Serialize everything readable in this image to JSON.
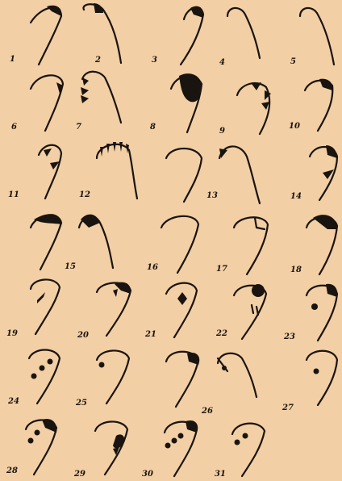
{
  "plate": {
    "figures": [
      {
        "label": "1"
      },
      {
        "label": "2"
      },
      {
        "label": "3"
      },
      {
        "label": "4"
      },
      {
        "label": "5"
      },
      {
        "label": "6"
      },
      {
        "label": "7"
      },
      {
        "label": "8"
      },
      {
        "label": "9"
      },
      {
        "label": "10"
      },
      {
        "label": "11"
      },
      {
        "label": "12"
      },
      {
        "label": "13"
      },
      {
        "label": "14"
      },
      {
        "label": "15"
      },
      {
        "label": "16"
      },
      {
        "label": "17"
      },
      {
        "label": "18"
      },
      {
        "label": "19"
      },
      {
        "label": "20"
      },
      {
        "label": "21"
      },
      {
        "label": "22"
      },
      {
        "label": "23"
      },
      {
        "label": "24"
      },
      {
        "label": "25"
      },
      {
        "label": "26"
      },
      {
        "label": "27"
      },
      {
        "label": "28"
      },
      {
        "label": "29"
      },
      {
        "label": "30"
      },
      {
        "label": "31"
      }
    ]
  }
}
